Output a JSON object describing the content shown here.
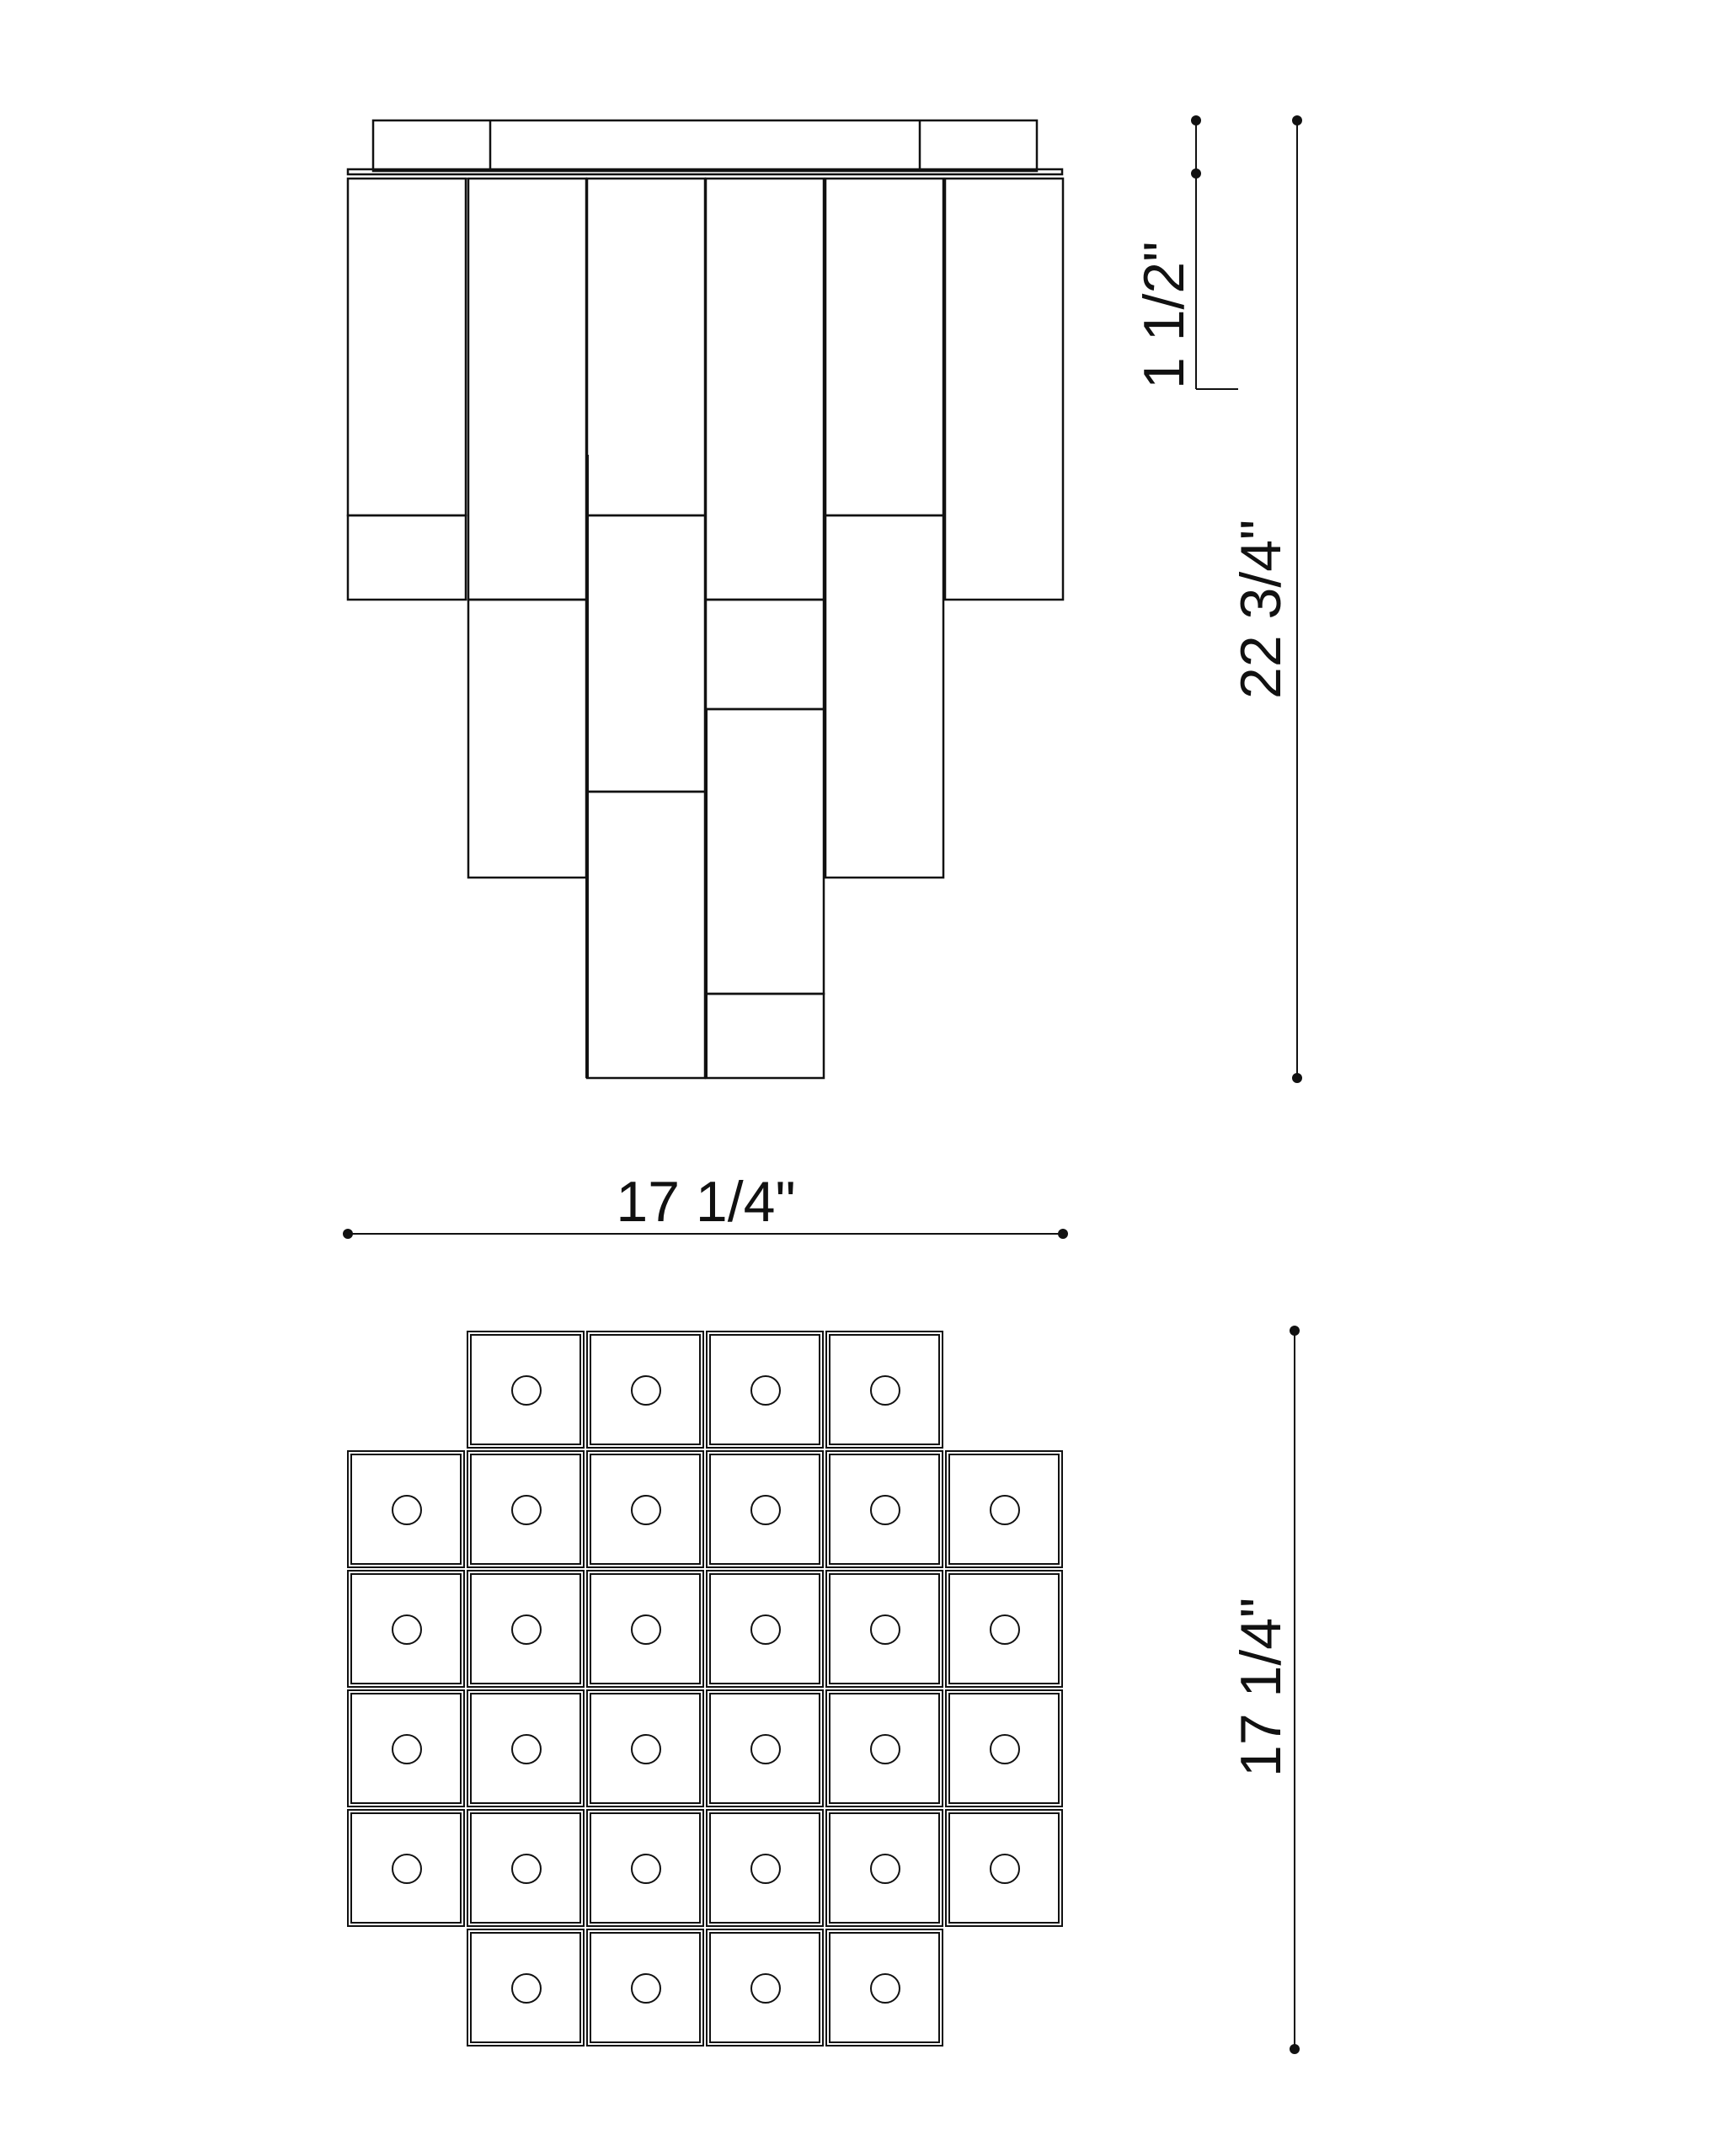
{
  "dimensions": {
    "canopy_height": "1 1/2\"",
    "total_height": "22 3/4\"",
    "width": "17 1/4\"",
    "depth": "17 1/4\""
  },
  "colors": {
    "line": "#111111",
    "background": "#ffffff"
  },
  "bottom_view_rows": [
    4,
    6,
    6,
    6,
    6,
    4
  ]
}
